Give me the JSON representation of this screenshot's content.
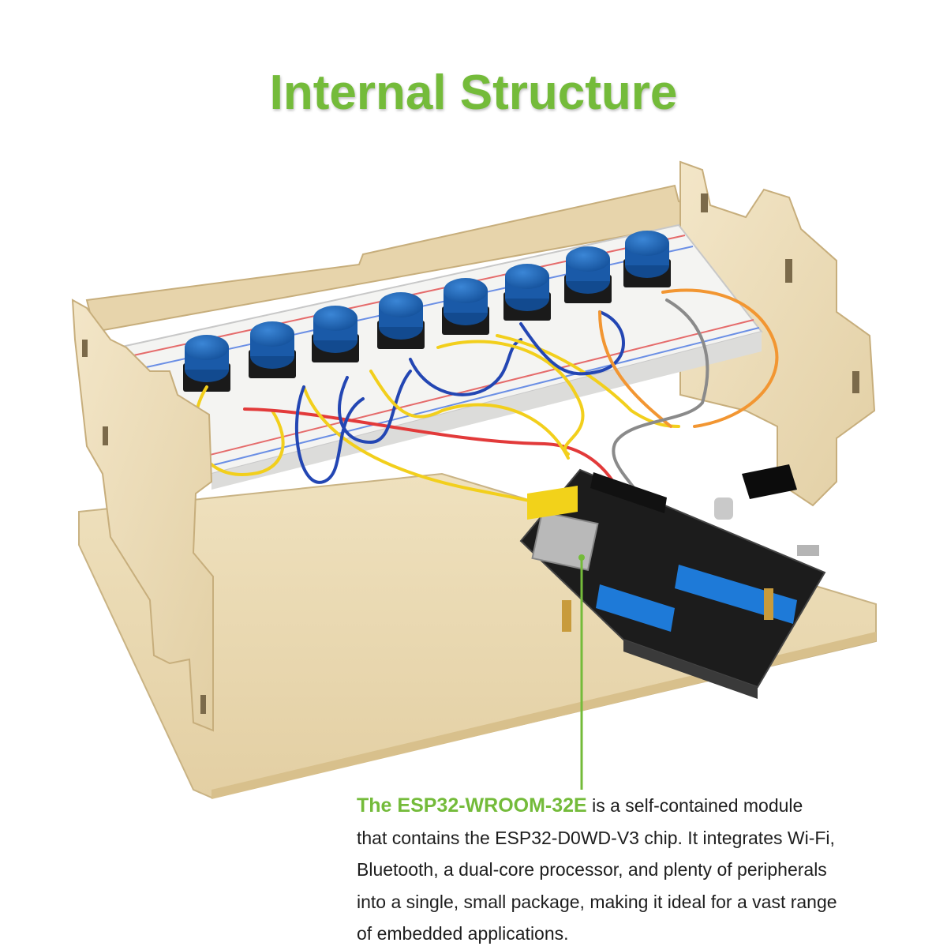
{
  "title": "Internal Structure",
  "caption": {
    "highlight": "The ESP32-WROOM-32E",
    "lines": [
      " is a self-contained module",
      "that contains the ESP32-D0WD-V3 chip. It integrates Wi-Fi,",
      "Bluetooth, a dual-core processor, and plenty of peripherals",
      "into a single, small package, making it ideal for a vast range",
      "of embedded applications."
    ]
  },
  "colors": {
    "accent_green": "#74bb3a",
    "wood": "#ead9b4",
    "button_blue": "#1f66b8",
    "header_blue": "#1e7ad8",
    "wire_yellow": "#f2cf1c",
    "wire_red": "#e23a3a",
    "wire_blue": "#2346b3",
    "wire_orange": "#f29632",
    "wire_gray": "#8a8a8a"
  },
  "icons": [
    "push-button-icon",
    "breadboard-icon",
    "esp32-board-icon"
  ]
}
